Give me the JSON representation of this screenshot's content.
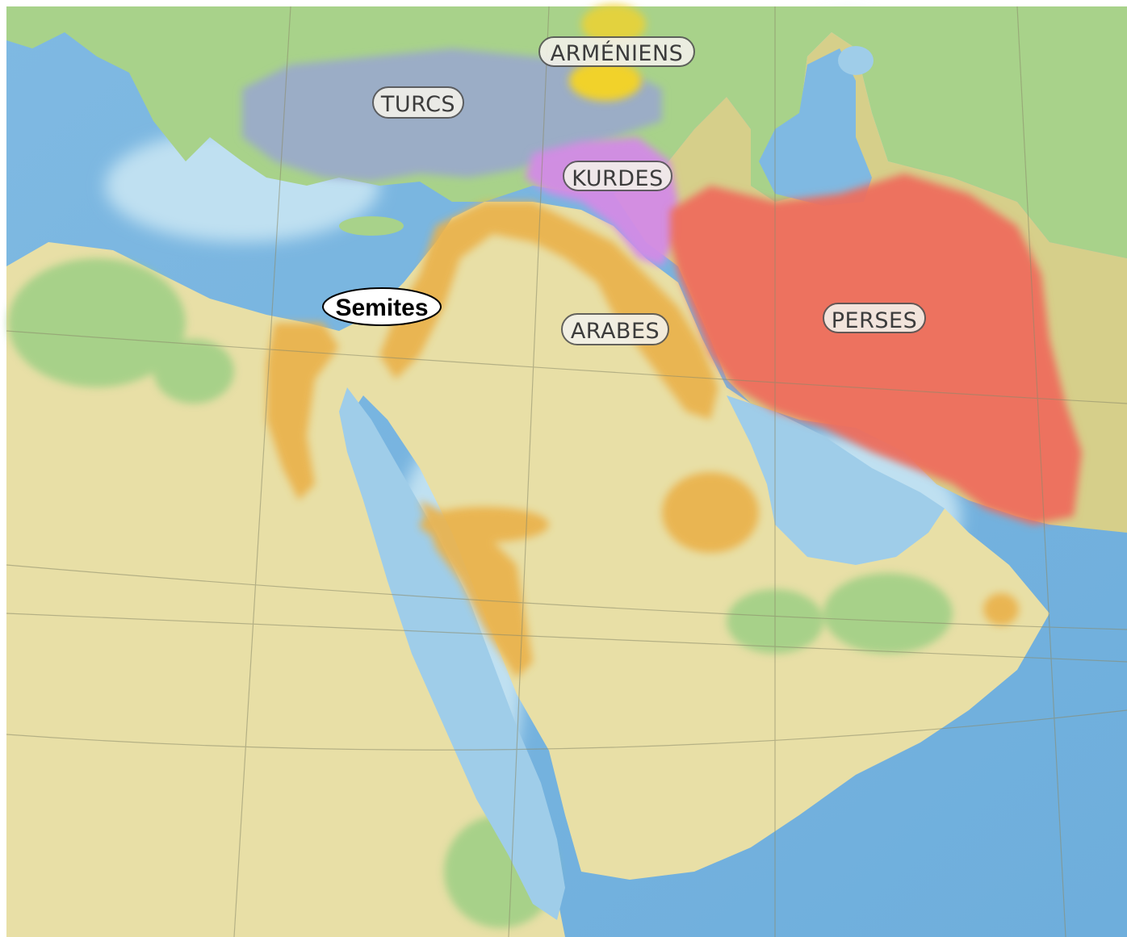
{
  "map": {
    "labels": {
      "armeniens": "ARMÉNIENS",
      "turcs": "TURCS",
      "kurdes": "KURDES",
      "arabes": "ARABES",
      "perses": "PERSES",
      "semites": "Semites"
    },
    "colors": {
      "sea": "#8fc4e6",
      "shallow_sea": "#bfe0f1",
      "land_green": "#9ccf84",
      "land_yellow": "#ebe3b0",
      "turcs_region": "#9aa8cc",
      "armeniens_region": "#f1d229",
      "kurdes_region": "#d38ae6",
      "arabes_region": "#eab14a",
      "perses_region": "#ee6d5c"
    }
  }
}
